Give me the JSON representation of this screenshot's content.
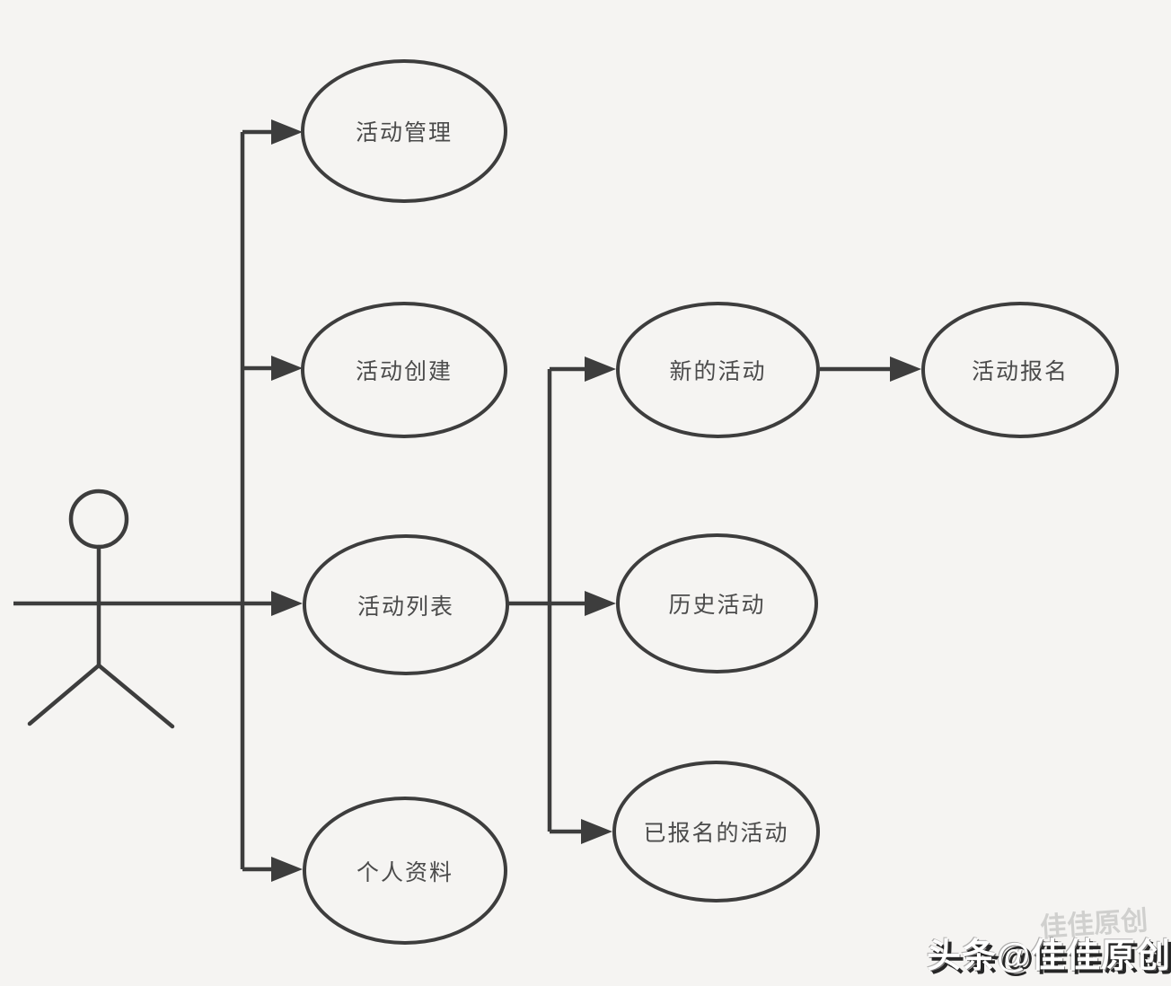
{
  "diagram": {
    "type": "use-case-diagram",
    "background_color": "#f5f4f2",
    "stroke_color": "#3d3d3d",
    "label_color": "#4b4b4b",
    "actor": {
      "name": "user-actor"
    },
    "nodes": [
      {
        "id": "activity-management",
        "label": "活动管理"
      },
      {
        "id": "activity-creation",
        "label": "活动创建"
      },
      {
        "id": "activity-list",
        "label": "活动列表"
      },
      {
        "id": "personal-profile",
        "label": "个人资料"
      },
      {
        "id": "new-activity",
        "label": "新的活动"
      },
      {
        "id": "history-activity",
        "label": "历史活动"
      },
      {
        "id": "registered-activity",
        "label": "已报名的活动"
      },
      {
        "id": "activity-signup",
        "label": "活动报名"
      }
    ],
    "edges": [
      {
        "from": "actor",
        "to": "activity-management"
      },
      {
        "from": "actor",
        "to": "activity-creation"
      },
      {
        "from": "actor",
        "to": "activity-list"
      },
      {
        "from": "actor",
        "to": "personal-profile"
      },
      {
        "from": "activity-list",
        "to": "new-activity"
      },
      {
        "from": "activity-list",
        "to": "history-activity"
      },
      {
        "from": "activity-list",
        "to": "registered-activity"
      },
      {
        "from": "new-activity",
        "to": "activity-signup"
      }
    ],
    "watermark": {
      "text": "头条@佳佳原创",
      "ghost": "佳佳原创"
    }
  }
}
